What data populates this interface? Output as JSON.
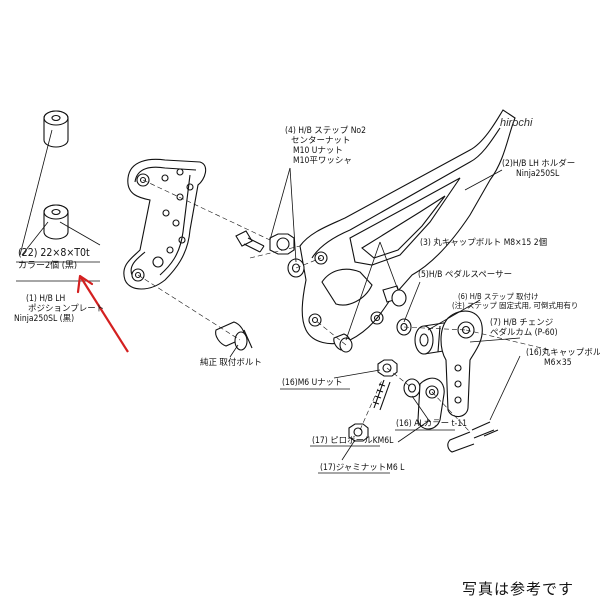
{
  "watermark": "hirochi",
  "footer_note": "写真は参考です",
  "parts": [
    {
      "id": "p4",
      "lines": [
        "(4) H/B ステップ No2",
        "センターナット",
        "M10 Uナット",
        "M10平ワッシャ"
      ]
    },
    {
      "id": "p2",
      "lines": [
        "(2)H/B LH ホルダー",
        "Ninja250SL"
      ]
    },
    {
      "id": "p22",
      "lines": [
        "(22) 22×8×T0t",
        "カラー2個 (黒)"
      ]
    },
    {
      "id": "p1",
      "lines": [
        "(1) H/B LH",
        "ポジションプレート",
        "Ninja250SL (黒)"
      ]
    },
    {
      "id": "p3",
      "lines": [
        "(3) 丸キャップボルト M8×15 2個"
      ]
    },
    {
      "id": "p5",
      "lines": [
        "(5)H/B ペダルスペーサー"
      ]
    },
    {
      "id": "p6",
      "lines": [
        "(6) H/B ステップ 取付け",
        "(注) ステップ 固定式用, 可倒式用有り"
      ]
    },
    {
      "id": "p7",
      "lines": [
        "(7) H/B チェンジ",
        "ペダルカム (P-60)"
      ]
    },
    {
      "id": "p16b",
      "lines": [
        "(16)丸キャップボルト",
        "M6×35"
      ]
    },
    {
      "id": "pstd",
      "lines": [
        "純正 取付ボルト"
      ]
    },
    {
      "id": "p16n",
      "lines": [
        "(16)M6 Uナット"
      ]
    },
    {
      "id": "p16c",
      "lines": [
        "(16) ALカラー t-11"
      ]
    },
    {
      "id": "p17p",
      "lines": [
        "(17) ピロボールKM6L"
      ]
    },
    {
      "id": "p17j",
      "lines": [
        "(17)ジャミナットM6 L"
      ]
    }
  ]
}
